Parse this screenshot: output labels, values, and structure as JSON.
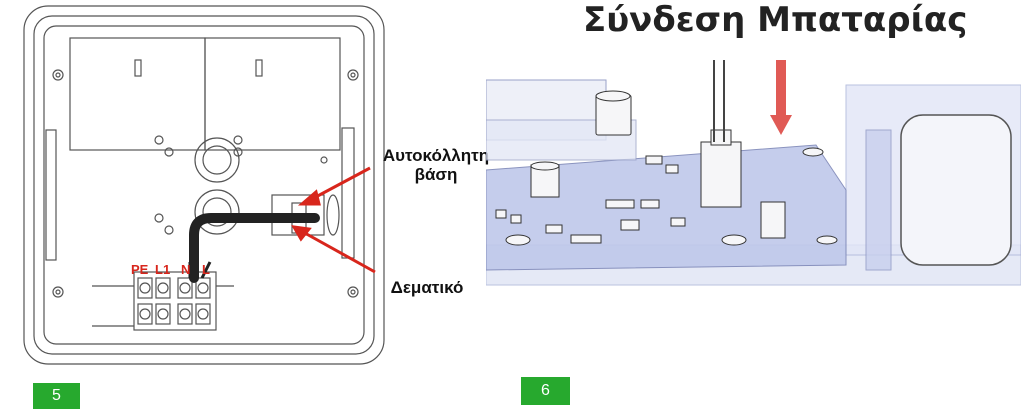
{
  "title": "Σύνδεση Μπαταρίας",
  "callouts": {
    "adhesive_base": "Αυτοκόλλητη\nβάση",
    "cable_tie": "Δεματικό"
  },
  "terminal_labels": [
    "PE",
    "L1",
    "N",
    "L"
  ],
  "page_badges": [
    "5",
    "6"
  ],
  "colors": {
    "arrow": "#d8261c",
    "badge": "#27a92e",
    "cable": "#222222",
    "pcb": "#b9c3e6"
  }
}
